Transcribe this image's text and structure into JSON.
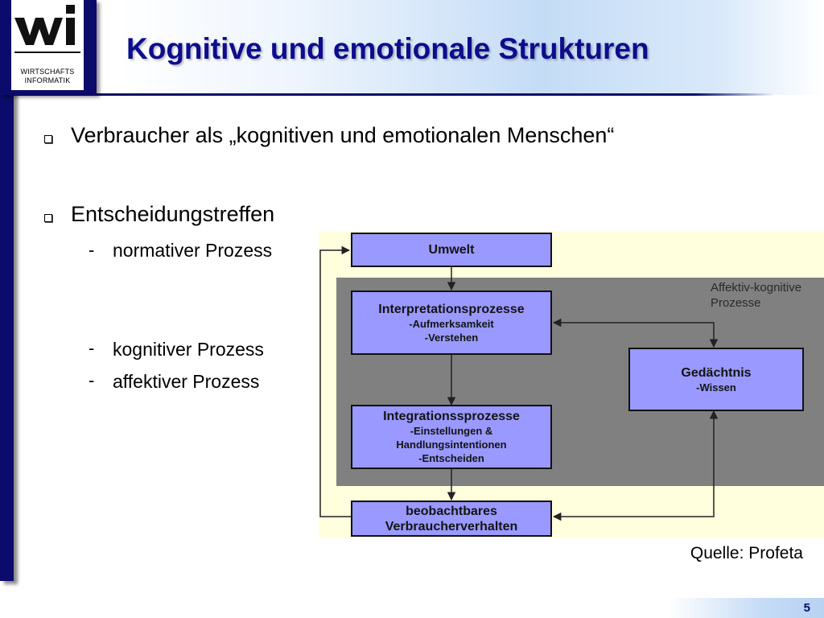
{
  "logo": {
    "mark": "wi",
    "line1": "WIRTSCHAFTS",
    "line2": "INFORMATIK"
  },
  "title": "Kognitive und emotionale Strukturen",
  "bullets": [
    {
      "text": "Verbraucher als „kognitiven und emotionalen Menschen“"
    },
    {
      "text": "Entscheidungstreffen"
    }
  ],
  "subitems": [
    {
      "text": "normativer Prozess"
    },
    {
      "text": "kognitiver Prozess"
    },
    {
      "text": "affektiver Prozess"
    }
  ],
  "diagram": {
    "panel_label_line1": "Affektiv-kognitive",
    "panel_label_line2": "Prozesse",
    "nodes": {
      "umwelt": {
        "title": "Umwelt"
      },
      "interpretation": {
        "title": "Interpretationsprozesse",
        "line1": "-Aufmerksamkeit",
        "line2": "-Verstehen"
      },
      "gedaechtnis": {
        "title": "Gedächtnis",
        "line1": "-Wissen"
      },
      "integration": {
        "title": "Integrationssprozesse",
        "line1": "-Einstellungen &",
        "line2": "Handlungsintentionen",
        "line3": "-Entscheiden"
      },
      "verhalten": {
        "title_line1": "beobachtbares",
        "title_line2": "Verbraucherverhalten"
      }
    }
  },
  "source": "Quelle: Profeta",
  "page_number": "5",
  "colors": {
    "navy": "#0b0b6b",
    "title": "#0d0d8c",
    "node_fill": "#9999ff",
    "panel": "#808080",
    "diagram_bg": "#ffffdd"
  }
}
